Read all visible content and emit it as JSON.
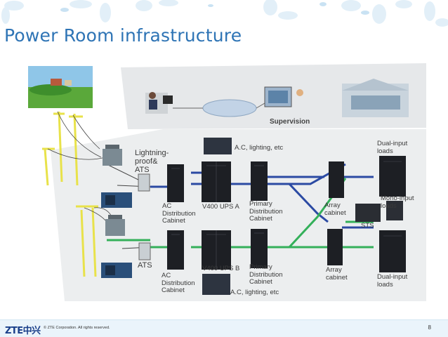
{
  "title": "Power Room infrastructure",
  "footer": {
    "logo": "ZTE中兴",
    "copyright": "© ZTE Corporation. All rights reserved.",
    "page_number": "8"
  },
  "diagram": {
    "supervision": "Supervision",
    "lightning_ats": "Lightning-\nproof&\nATS",
    "ats": "ATS",
    "ac_dist_a": "AC\nDistribution\nCabinet",
    "ac_dist_b": "AC\nDistribution\nCabinet",
    "ac_lighting_top": "A.C,  lighting, etc",
    "ac_lighting_bottom": "A.C,  lighting, etc",
    "ups_a": "V400 UPS A",
    "ups_b": "V400 UPS B",
    "primary_dist_a": "Primary\nDistribution\nCabinet",
    "primary_dist_b": "Primary\nDistribution\nCabinet",
    "array_cabinet_a": "Array\ncabinet",
    "array_cabinet_b": "Array\ncabinet",
    "sts": "STS",
    "dual_input_top": "Dual-input\nloads",
    "mono_input": "Mono-input loads",
    "dual_input_bottom": "Dual-input\nloads"
  },
  "colors": {
    "title": "#2e74b5",
    "line_a": "#2b4aa3",
    "line_b": "#34b05a",
    "pole": "#e8e24a",
    "footer_bg": "#eaf4fb"
  }
}
